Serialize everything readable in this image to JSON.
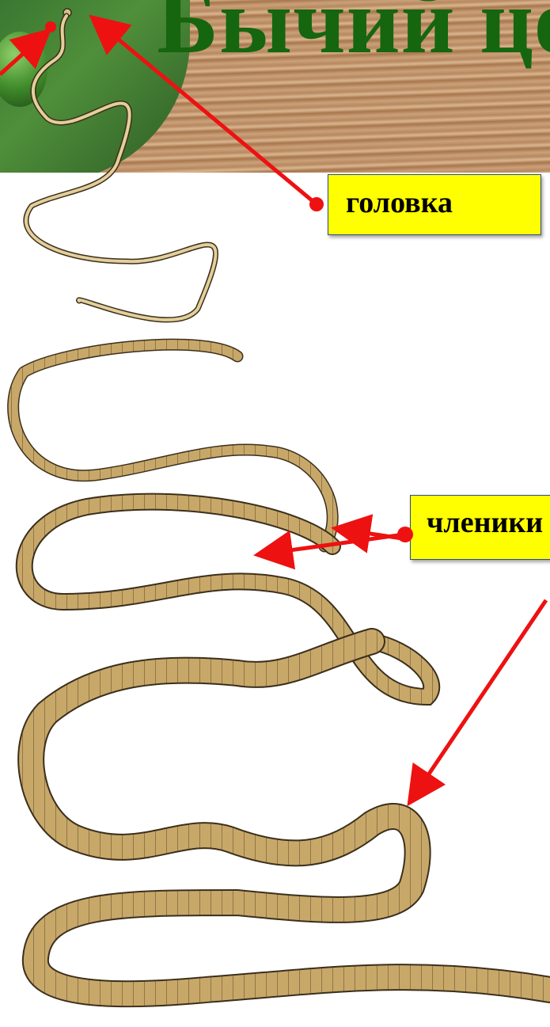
{
  "title": "Бычий цепень",
  "labels": {
    "head": "головка",
    "segments": "членики"
  },
  "colors": {
    "title": "#15660f",
    "label_bg": "#ffff00",
    "arrow": "#ee1111",
    "worm_fill": "#c8a869",
    "worm_edge": "#3b2f1c"
  }
}
